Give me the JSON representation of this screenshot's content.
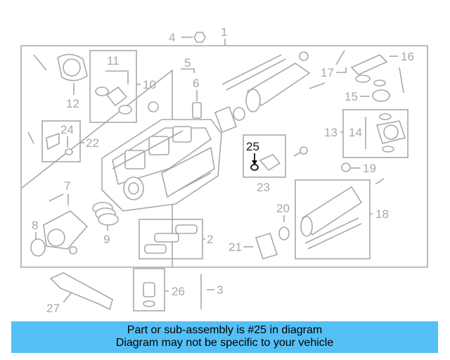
{
  "diagram": {
    "callouts": [
      "1",
      "2",
      "3",
      "4",
      "5",
      "6",
      "7",
      "8",
      "9",
      "10",
      "11",
      "12",
      "13",
      "14",
      "15",
      "16",
      "17",
      "18",
      "19",
      "20",
      "21",
      "22",
      "23",
      "24",
      "25",
      "26",
      "27"
    ],
    "highlighted_callout": "25",
    "highlight_color": "#111111",
    "part_color": "#a8a8a8"
  },
  "caption": {
    "line1": "Part or sub-assembly is #25 in diagram",
    "line2": "Diagram may not be specific to your vehicle",
    "background": "#55c0f6"
  }
}
